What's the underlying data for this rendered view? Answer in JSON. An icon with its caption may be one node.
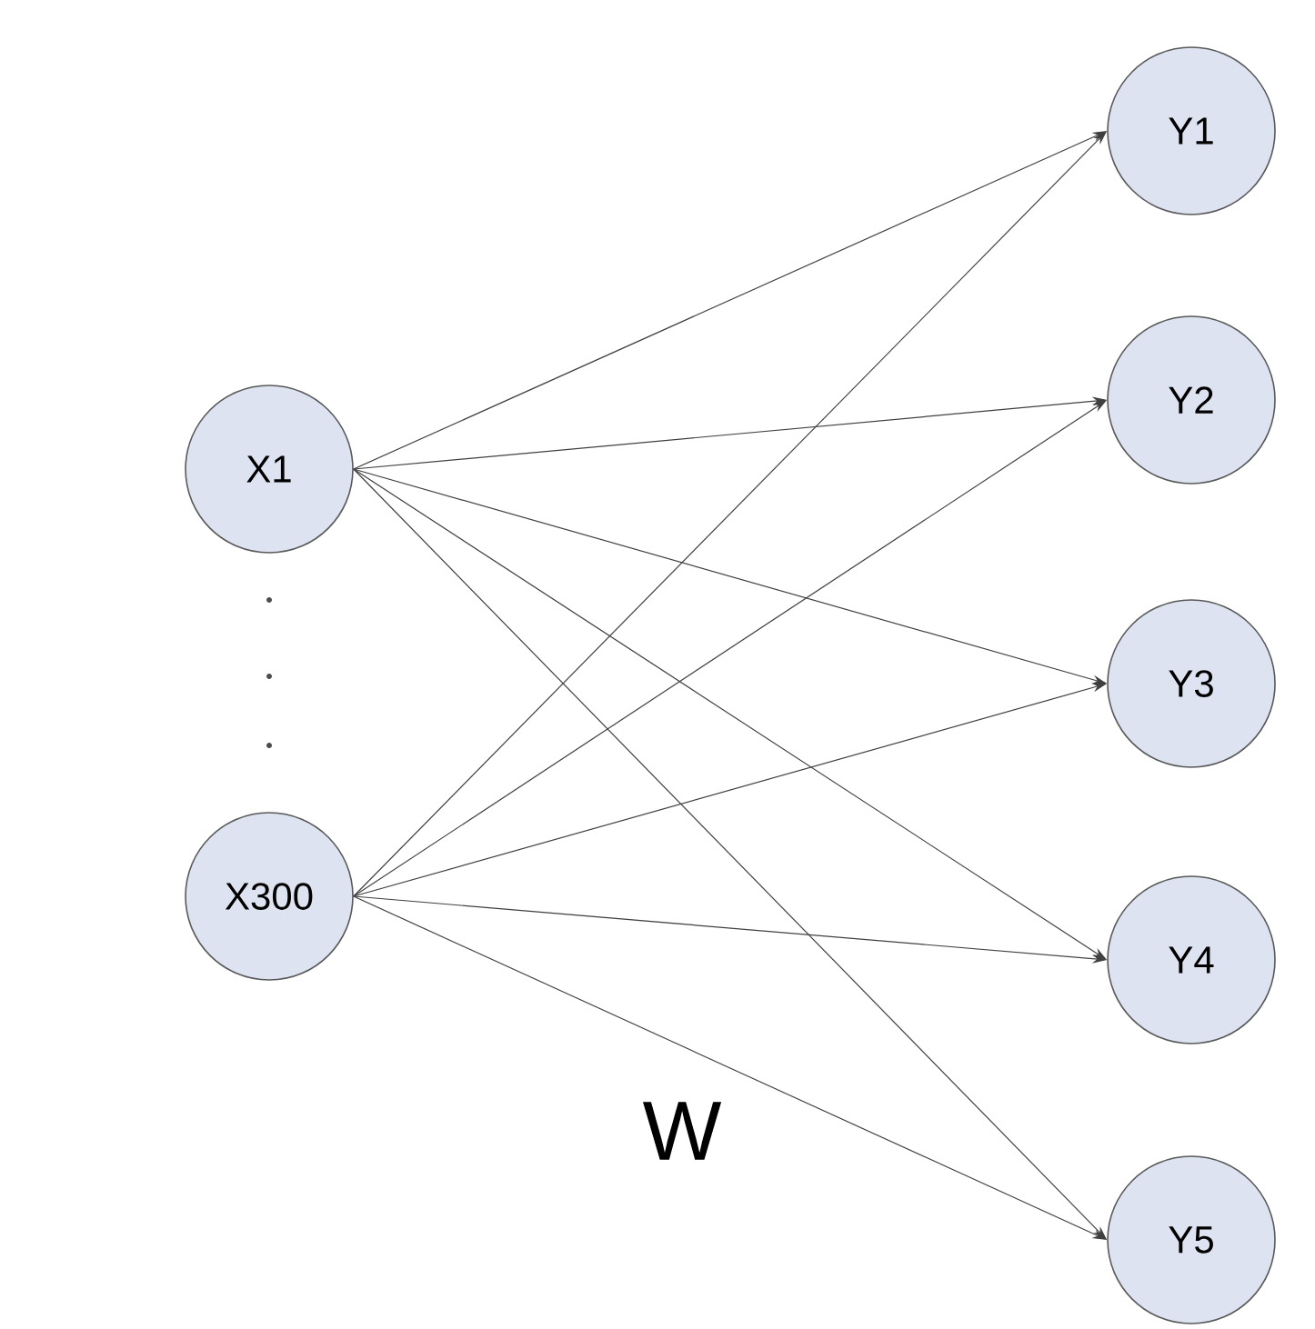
{
  "diagram": {
    "nodes": [
      {
        "text": [
          "X1"
        ]
      },
      {
        "text": [
          "X300"
        ]
      },
      {
        "text": [
          "Y1"
        ]
      },
      {
        "text": [
          "Y2"
        ]
      },
      {
        "text": [
          "Y3"
        ]
      },
      {
        "text": [
          "Y4"
        ]
      },
      {
        "text": [
          "Y5"
        ]
      }
    ],
    "edges": [
      {
        "from": 0,
        "to": 2,
        "arrow": "to"
      },
      {
        "from": 0,
        "to": 3,
        "arrow": "to"
      },
      {
        "from": 0,
        "to": 4,
        "arrow": "to"
      },
      {
        "from": 0,
        "to": 5,
        "arrow": "to"
      },
      {
        "from": 0,
        "to": 6,
        "arrow": "to"
      },
      {
        "from": 1,
        "to": 2,
        "arrow": "to"
      },
      {
        "from": 1,
        "to": 3,
        "arrow": "to"
      },
      {
        "from": 1,
        "to": 4,
        "arrow": "to"
      },
      {
        "from": 1,
        "to": 5,
        "arrow": "to"
      },
      {
        "from": 1,
        "to": 6,
        "arrow": "to"
      }
    ],
    "labels": [
      "W"
    ]
  }
}
